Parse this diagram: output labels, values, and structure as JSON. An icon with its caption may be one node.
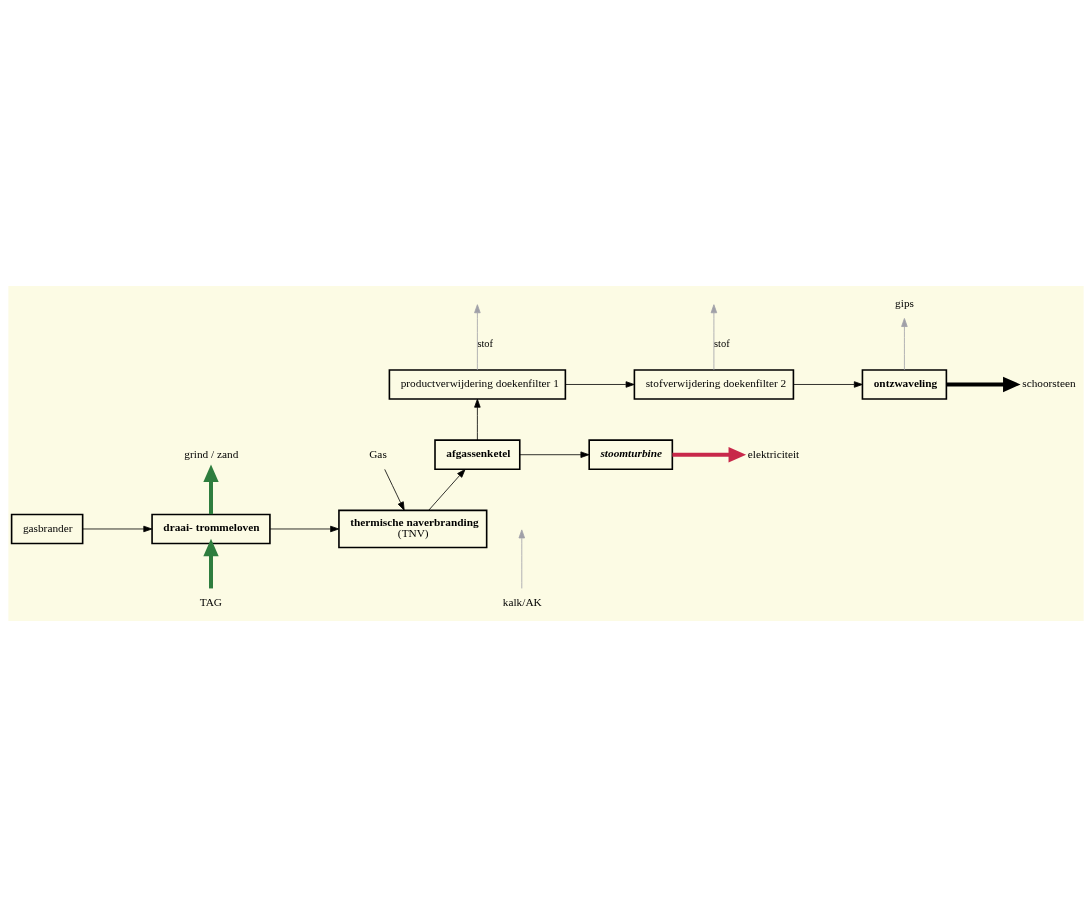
{
  "diagram": {
    "nodes": [
      {
        "text": [
          "productverwijdering doekenfilter 1"
        ]
      },
      {
        "text": [
          "stofverwijdering doekenfilter 2"
        ]
      },
      {
        "text": [
          "ontzwaveling"
        ]
      },
      {
        "text": [
          "schoorsteen"
        ]
      },
      {
        "text": [
          "kalk/AK"
        ]
      },
      {
        "text": [
          "gips"
        ]
      },
      {
        "text": [
          "afgassenketel"
        ]
      },
      {
        "text": [
          "stoomturbine"
        ]
      },
      {
        "text": [
          "elektriciteit"
        ]
      },
      {
        "text": [
          "TAG"
        ]
      },
      {
        "text": [
          "thermische naverbranding",
          "(TNV)"
        ]
      },
      {
        "text": [
          "draai- trommeloven"
        ]
      },
      {
        "text": [
          "gasbrander"
        ]
      },
      {
        "text": [
          "Gas"
        ]
      },
      {
        "text": [
          "grind / zand"
        ]
      }
    ],
    "edges": [
      {
        "from": 6,
        "to": 0,
        "arrow": "to"
      },
      {
        "from": 0,
        "to": 1,
        "arrow": "to"
      },
      {
        "from": 1,
        "to": 2,
        "arrow": "to"
      },
      {
        "from": 2,
        "to": 3,
        "arrow": "to",
        "style": "thick"
      },
      {
        "from": 4,
        "to": null,
        "arrow": "to",
        "color": "#a0a0a8"
      },
      {
        "from": 0,
        "to": null,
        "arrow": "to",
        "label": "stof",
        "color": "#a0a0a8"
      },
      {
        "from": 1,
        "to": null,
        "arrow": "to",
        "label": "stof",
        "color": "#a0a0a8"
      },
      {
        "from": 2,
        "to": 5,
        "arrow": "to",
        "color": "#a0a0a8"
      },
      {
        "from": 6,
        "to": 7,
        "arrow": "to"
      },
      {
        "from": 7,
        "to": 8,
        "arrow": "to",
        "style": "thick",
        "color": "#c8284a"
      },
      {
        "from": 9,
        "to": 11,
        "arrow": "to",
        "style": "thick",
        "color": "#2e7d3e"
      },
      {
        "from": 12,
        "to": 11,
        "arrow": "to"
      },
      {
        "from": 11,
        "to": 10,
        "arrow": "to"
      },
      {
        "from": 10,
        "to": 6,
        "arrow": "to"
      },
      {
        "from": 13,
        "to": 10,
        "arrow": "to"
      },
      {
        "from": 11,
        "to": 14,
        "arrow": "to",
        "style": "thick",
        "color": "#2e7d3e"
      }
    ]
  }
}
